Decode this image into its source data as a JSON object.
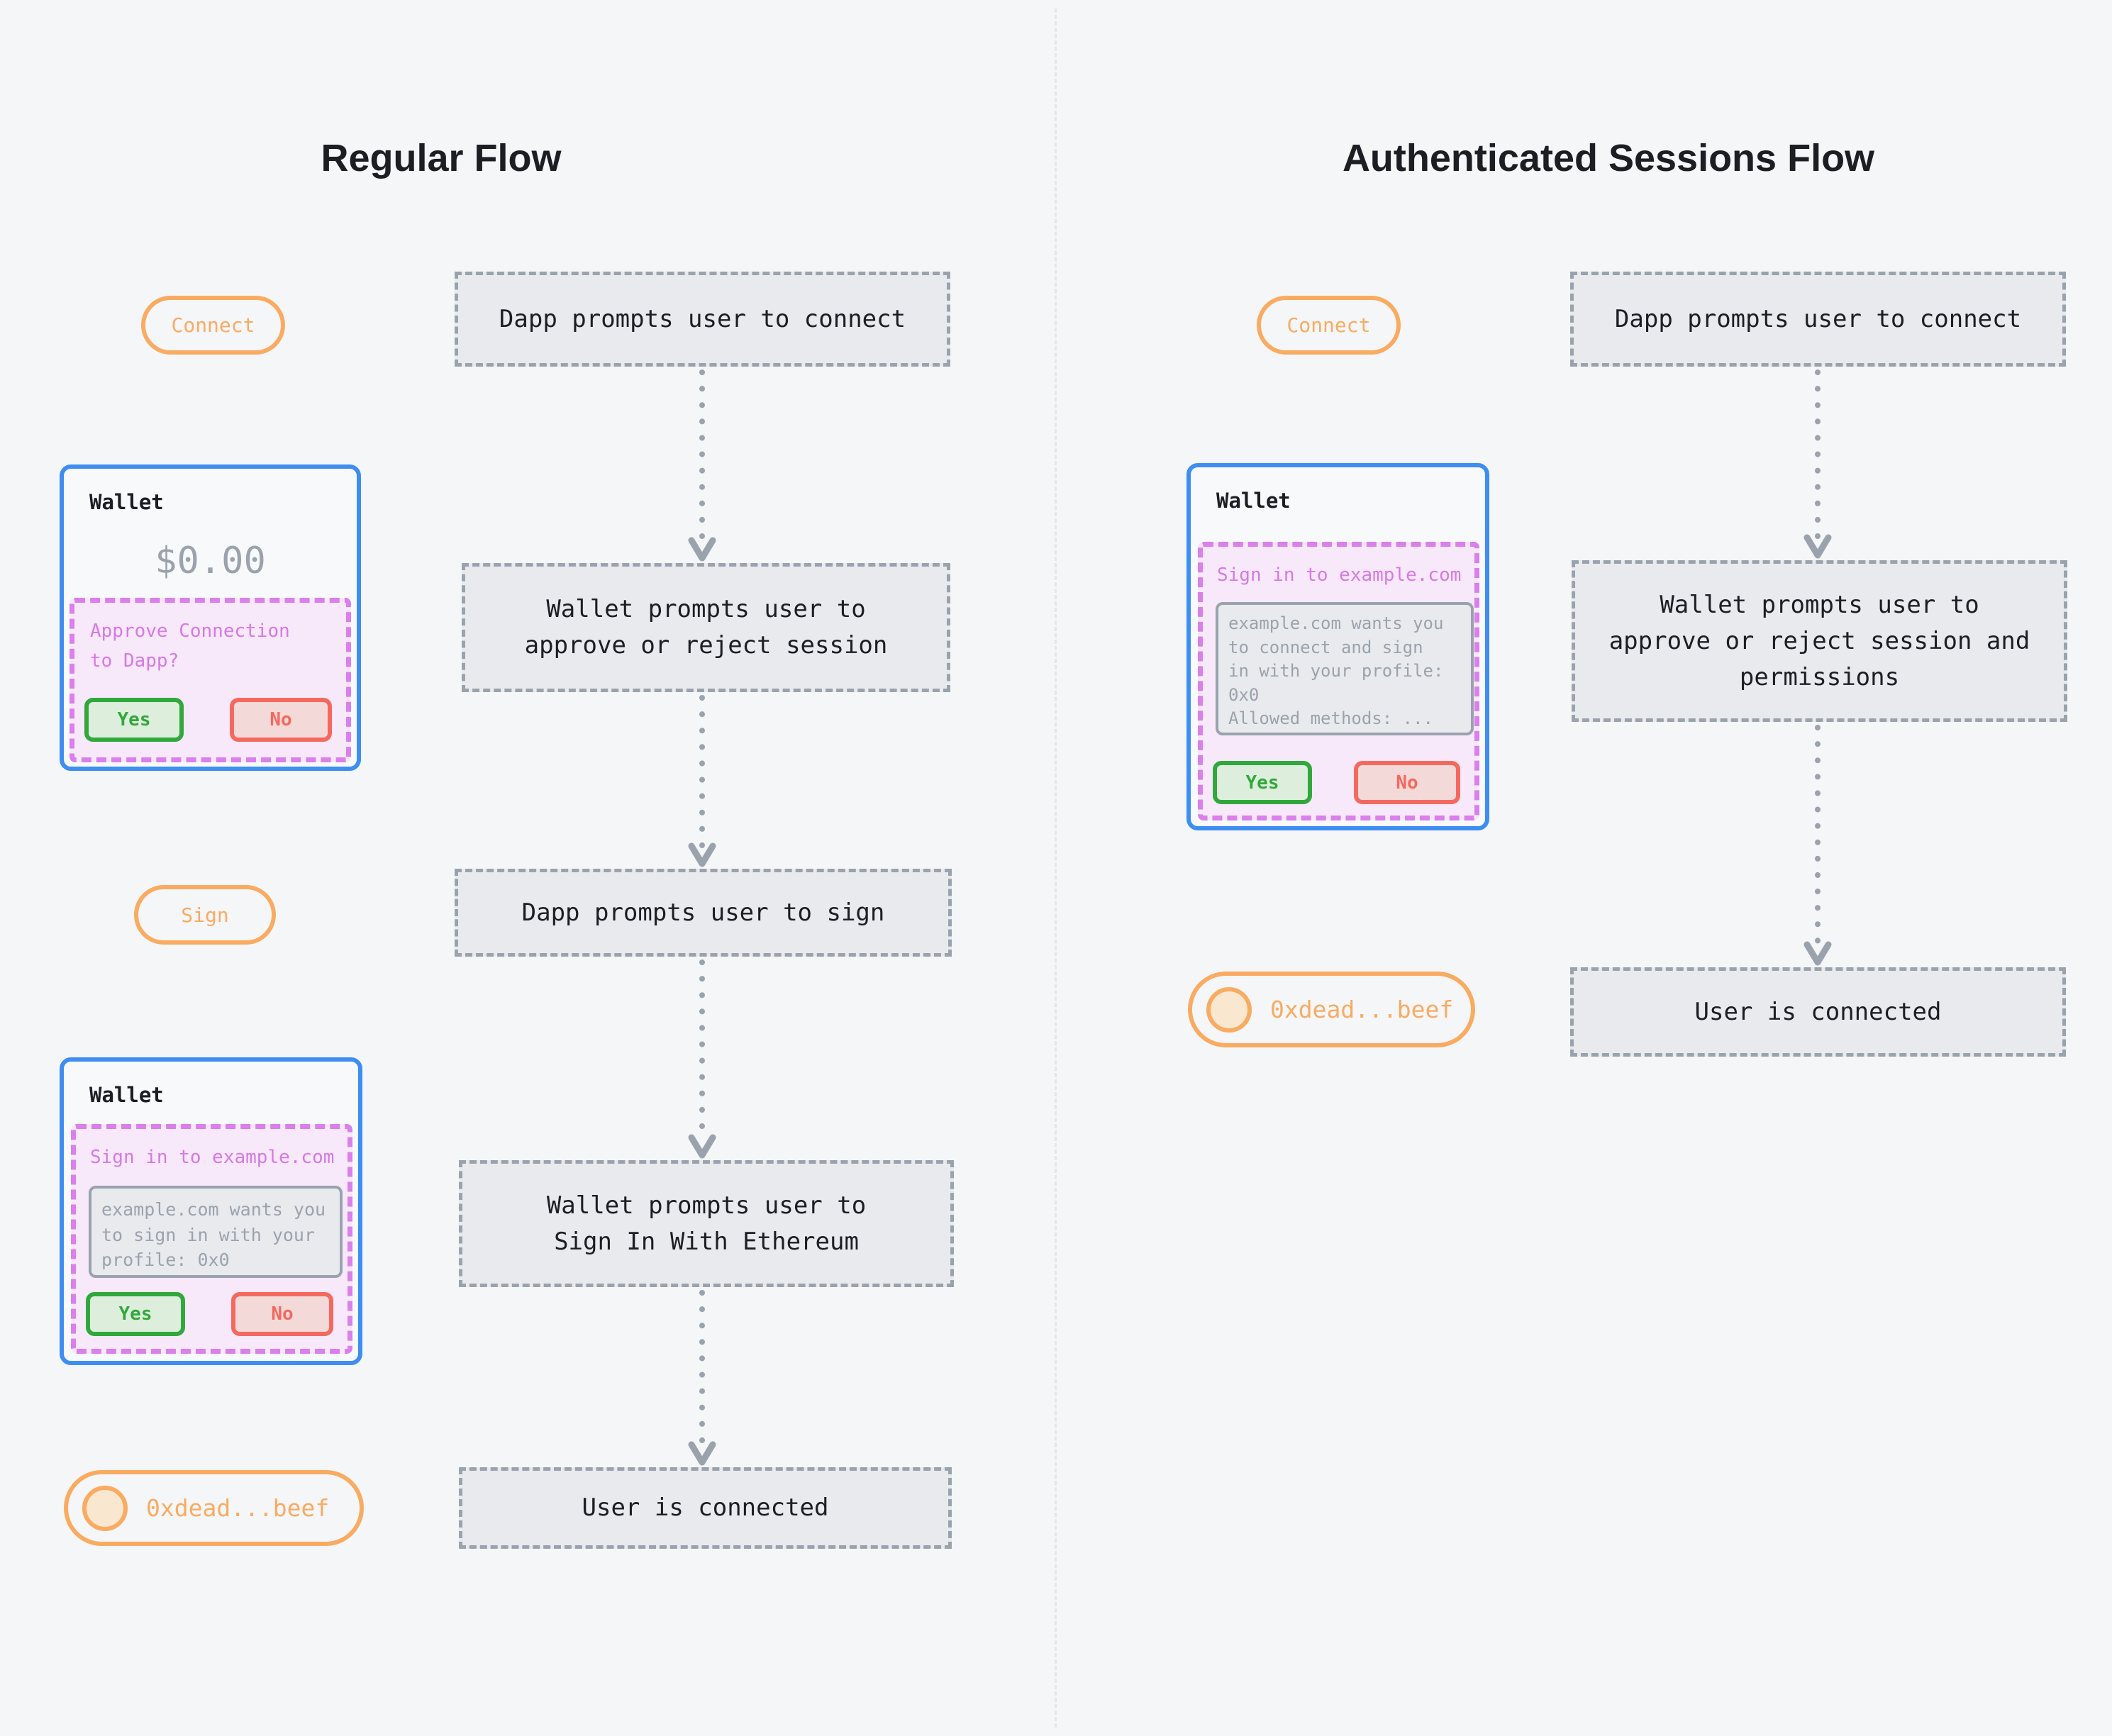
{
  "left": {
    "title": "Regular Flow",
    "connect_pill": "Connect",
    "sign_pill": "Sign",
    "box_dapp_connect": "Dapp prompts user to connect",
    "box_wallet_session": [
      "Wallet prompts user to",
      "approve or reject session"
    ],
    "box_dapp_sign": "Dapp prompts user to sign",
    "box_wallet_siwe": [
      "Wallet prompts user to",
      "Sign In With Ethereum"
    ],
    "box_user_connected": "User is connected",
    "wallet_approve": {
      "title": "Wallet",
      "balance": "$0.00",
      "prompt": [
        "Approve Connection",
        "to Dapp?"
      ],
      "yes": "Yes",
      "no": "No"
    },
    "wallet_sign": {
      "title": "Wallet",
      "prompt": "Sign in to example.com",
      "message": [
        "example.com wants you",
        "to sign in with your",
        "profile: 0x0"
      ],
      "yes": "Yes",
      "no": "No"
    },
    "address_pill": "0xdead...beef"
  },
  "right": {
    "title": "Authenticated Sessions Flow",
    "connect_pill": "Connect",
    "box_dapp_connect": "Dapp prompts user to connect",
    "box_wallet_session": [
      "Wallet prompts user to",
      "approve or reject session and",
      "permissions"
    ],
    "box_user_connected": "User is connected",
    "wallet_sign": {
      "title": "Wallet",
      "prompt": "Sign in to example.com",
      "message": [
        "example.com wants you",
        "to connect and sign",
        "in with your profile:",
        "0x0",
        "Allowed methods: ..."
      ],
      "yes": "Yes",
      "no": "No"
    },
    "address_pill": "0xdead...beef"
  },
  "colors": {
    "background": "#f5f6f8",
    "panel_gray": "#e9eaee",
    "border_gray": "#9aa3ad",
    "text_dark": "#1b1e23",
    "muted_gray": "#9aa3ad",
    "accent_orange": "#f9ab61",
    "accent_blue": "#3d8ef0",
    "accent_pink": "#da7feb",
    "pink_fill": "#f7e8fa",
    "accent_green": "#31a83c",
    "green_fill": "#ddeedd",
    "accent_red": "#f4695f",
    "red_fill": "#f3d9d7",
    "avatar_fill": "#f9e8cf",
    "divider": "#e3e6ea"
  }
}
